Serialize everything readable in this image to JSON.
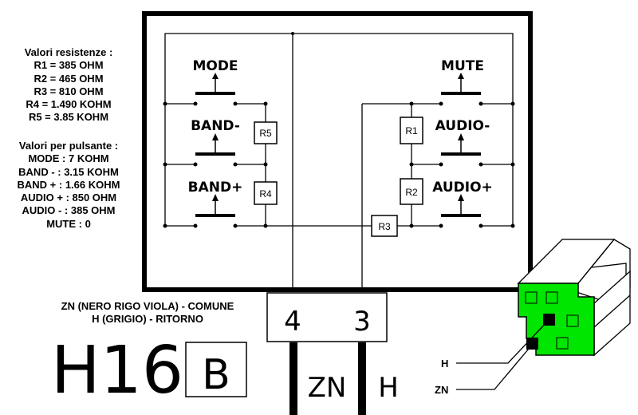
{
  "resistor_values": {
    "title": "Valori resistenze :",
    "items": [
      "R1 = 385 OHM",
      "R2 = 465 OHM",
      "R3 = 810 OHM",
      "R4 = 1.490 KOHM",
      "R5 = 3.85 KOHM"
    ]
  },
  "button_values": {
    "title": "Valori per pulsante :",
    "items": [
      "MODE : 7 KOHM",
      "BAND - : 3.15 KOHM",
      "BAND + : 1.66 KOHM",
      "AUDIO + : 850 OHM",
      "AUDIO - : 385 OHM",
      "MUTE : 0"
    ]
  },
  "buttons": {
    "mode": "MODE",
    "band_minus": "BAND-",
    "band_plus": "BAND+",
    "mute": "MUTE",
    "audio_minus": "AUDIO-",
    "audio_plus": "AUDIO+"
  },
  "resistors": {
    "r1": "R1",
    "r2": "R2",
    "r3": "R3",
    "r4": "R4",
    "r5": "R5"
  },
  "connector": {
    "pin_left": "4",
    "pin_right": "3",
    "wire_left": "ZN",
    "wire_right": "H"
  },
  "notes": {
    "line1": "ZN (NERO RIGO VIOLA) - COMUNE",
    "line2": "H (GRIGIO) - RITORNO"
  },
  "code": {
    "name": "H16",
    "box": "B"
  },
  "plug": {
    "label_h": "H",
    "label_zn": "ZN",
    "color": "#00e600"
  }
}
